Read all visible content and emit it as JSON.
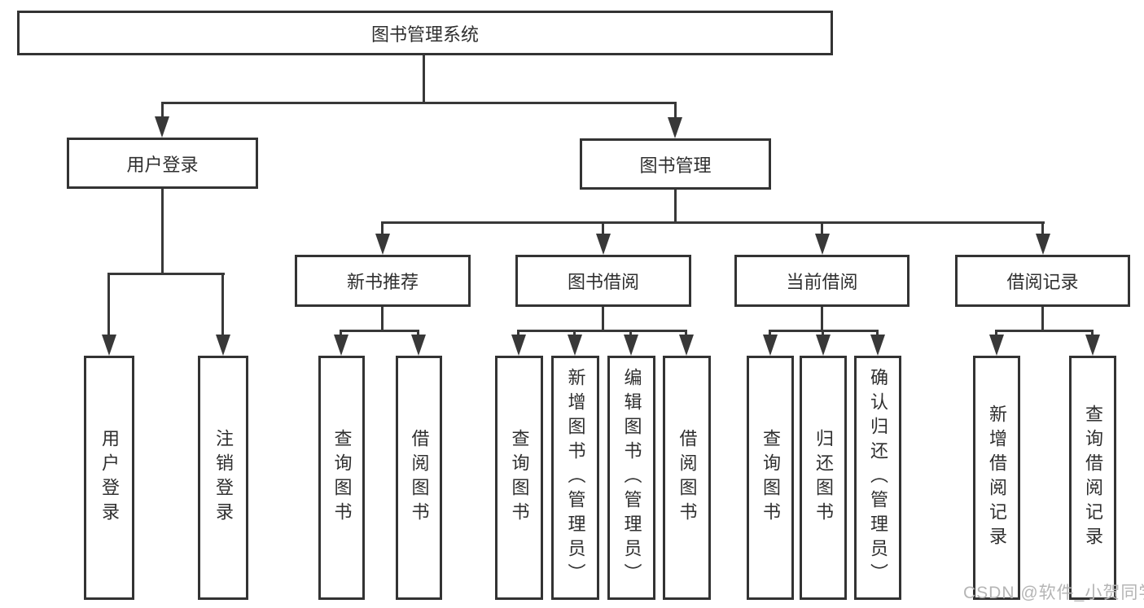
{
  "root": {
    "label": "图书管理系统"
  },
  "branches": {
    "user": {
      "label": "用户登录",
      "leaves": [
        {
          "label": "用户登录"
        },
        {
          "label": "注销登录"
        }
      ]
    },
    "book": {
      "label": "图书管理",
      "groups": [
        {
          "label": "新书推荐",
          "leaves": [
            {
              "label": "查询图书"
            },
            {
              "label": "借阅图书"
            }
          ]
        },
        {
          "label": "图书借阅",
          "leaves": [
            {
              "label": "查询图书"
            },
            {
              "label": "新增图书（管理员）"
            },
            {
              "label": "编辑图书（管理员）"
            },
            {
              "label": "借阅图书"
            }
          ]
        },
        {
          "label": "当前借阅",
          "leaves": [
            {
              "label": "查询图书"
            },
            {
              "label": "归还图书"
            },
            {
              "label": "确认归还（管理员）"
            }
          ]
        },
        {
          "label": "借阅记录",
          "leaves": [
            {
              "label": "新增借阅记录"
            },
            {
              "label": "查询借阅记录"
            }
          ]
        }
      ]
    }
  },
  "watermark": {
    "text": "CSDN @软件_小贺同学",
    "color": "#b5b5b5"
  },
  "colors": {
    "line": "#383838",
    "border": "#333333",
    "text": "#2f2f2f",
    "background": "#ffffff"
  }
}
